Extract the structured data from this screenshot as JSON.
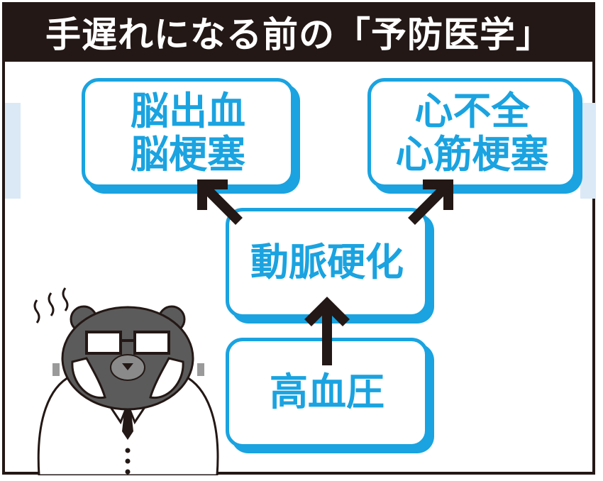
{
  "title": "手遅れになる前の「予防医学」",
  "boxes": {
    "top_left": [
      "脳出血",
      "脳梗塞"
    ],
    "top_right": [
      "心不全",
      "心筋梗塞"
    ],
    "middle": [
      "動脈硬化"
    ],
    "bottom": [
      "高血圧"
    ]
  },
  "colors": {
    "frame": "#231815",
    "accent": "#1aa3e0",
    "arrow": "#231815",
    "band": "#dbe9f7",
    "bear_face": "#5b5b5b"
  },
  "illustration": {
    "subject": "worried-bear-in-glasses-icon"
  }
}
